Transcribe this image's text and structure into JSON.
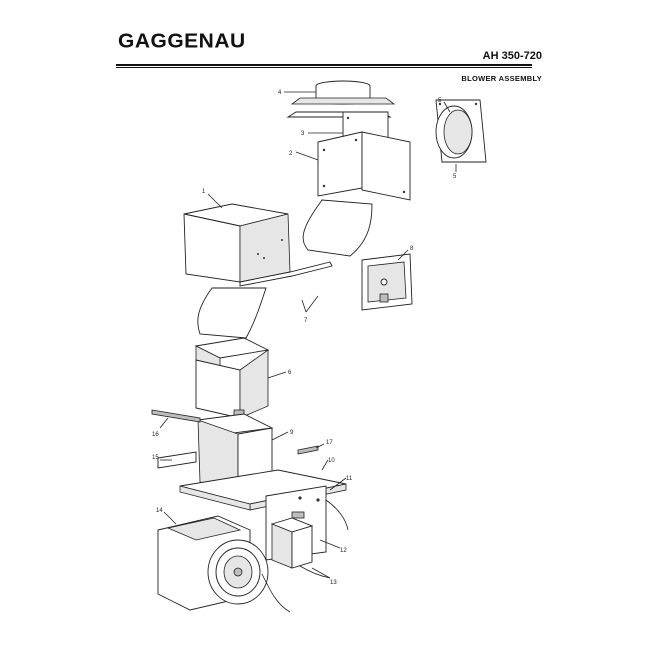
{
  "header": {
    "brand": "GAGGENAU",
    "model": "AH 350-720",
    "subtitle": "BLOWER ASSEMBLY"
  },
  "callouts": [
    "1",
    "2",
    "3",
    "4",
    "5",
    "6",
    "7",
    "8",
    "9",
    "10",
    "11",
    "12",
    "13",
    "14",
    "15",
    "16",
    "17"
  ]
}
